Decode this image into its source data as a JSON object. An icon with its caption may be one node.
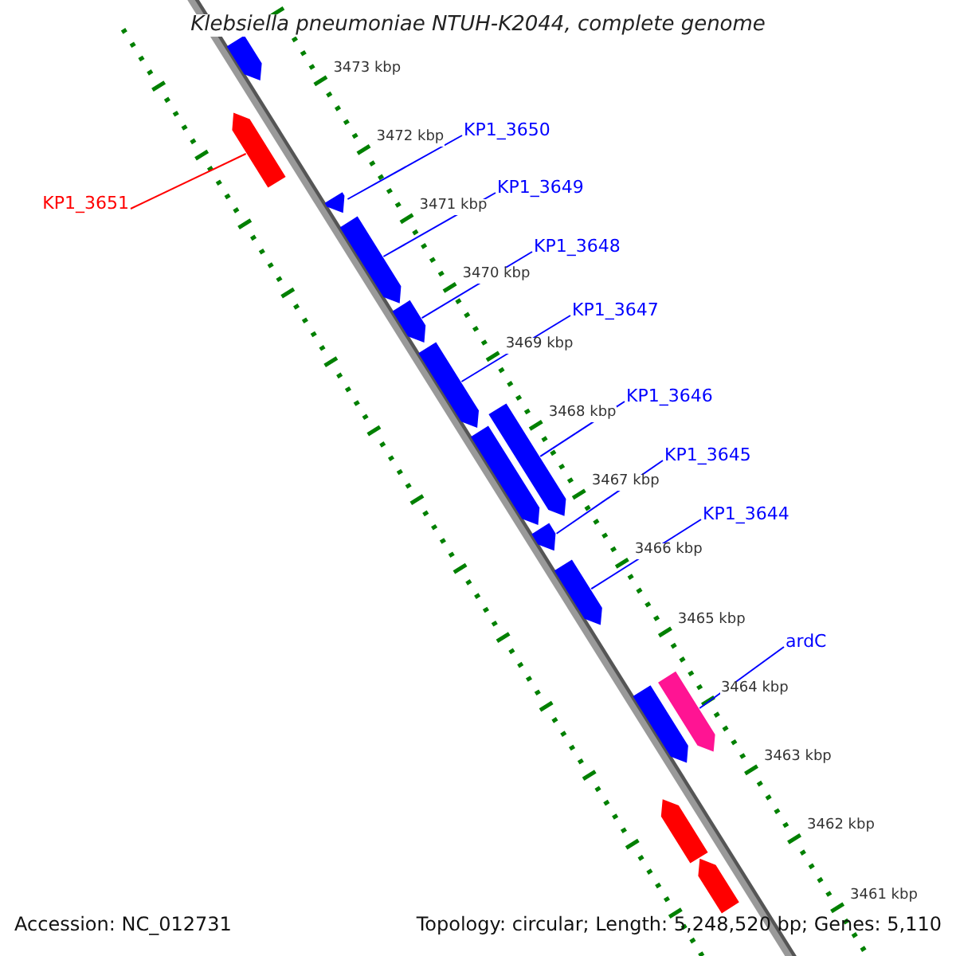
{
  "diagram": {
    "title": "Klebsiella pneumoniae NTUH-K2044, complete genome",
    "nodes": [
      {
        "text": [],
        "shape": "arrow"
      },
      {
        "text": [],
        "shape": "arrow"
      },
      {
        "text": [],
        "shape": "arrow"
      },
      {
        "text": [],
        "shape": "arrow"
      },
      {
        "text": [],
        "shape": "arrow"
      },
      {
        "text": [],
        "shape": "arrow"
      },
      {
        "text": [],
        "shape": "arrow"
      },
      {
        "text": [],
        "shape": "arrow"
      },
      {
        "text": [],
        "shape": "arrow"
      },
      {
        "text": [],
        "shape": "arrow"
      },
      {
        "text": [],
        "shape": "arrow"
      },
      {
        "text": [],
        "shape": "arrow"
      },
      {
        "text": [],
        "shape": "arrow"
      },
      {
        "text": [],
        "shape": "arrow"
      },
      {
        "text": [
          "KP1_3650"
        ]
      },
      {
        "text": [
          "KP1_3651"
        ]
      },
      {
        "text": [
          "KP1_3649"
        ]
      },
      {
        "text": [
          "KP1_3648"
        ]
      },
      {
        "text": [
          "KP1_3647"
        ]
      },
      {
        "text": [
          "KP1_3646"
        ]
      },
      {
        "text": [
          "KP1_3645"
        ]
      },
      {
        "text": [
          "KP1_3644"
        ]
      },
      {
        "text": [
          "ardC"
        ]
      }
    ],
    "edges": [
      {
        "from": 14,
        "to": 2,
        "arrow": "none"
      },
      {
        "from": 15,
        "to": 1,
        "arrow": "none",
        "color": "#ff0000"
      },
      {
        "from": 16,
        "to": 3,
        "arrow": "none"
      },
      {
        "from": 17,
        "to": 4,
        "arrow": "none"
      },
      {
        "from": 18,
        "to": 5,
        "arrow": "none"
      },
      {
        "from": 19,
        "to": 7,
        "arrow": "none"
      },
      {
        "from": 20,
        "to": 8,
        "arrow": "none"
      },
      {
        "from": 21,
        "to": 9,
        "arrow": "none"
      },
      {
        "from": 22,
        "to": 11,
        "arrow": "none"
      }
    ],
    "labels": [
      "3473 kbp",
      "3472 kbp",
      "3471 kbp",
      "3470 kbp",
      "3469 kbp",
      "3468 kbp",
      "3467 kbp",
      "3466 kbp",
      "3465 kbp",
      "3464 kbp",
      "3463 kbp",
      "3462 kbp",
      "3461 kbp",
      "Accession: NC_012731",
      "Topology: circular; Length: 5,248,520 bp; Genes: 5,110"
    ]
  }
}
